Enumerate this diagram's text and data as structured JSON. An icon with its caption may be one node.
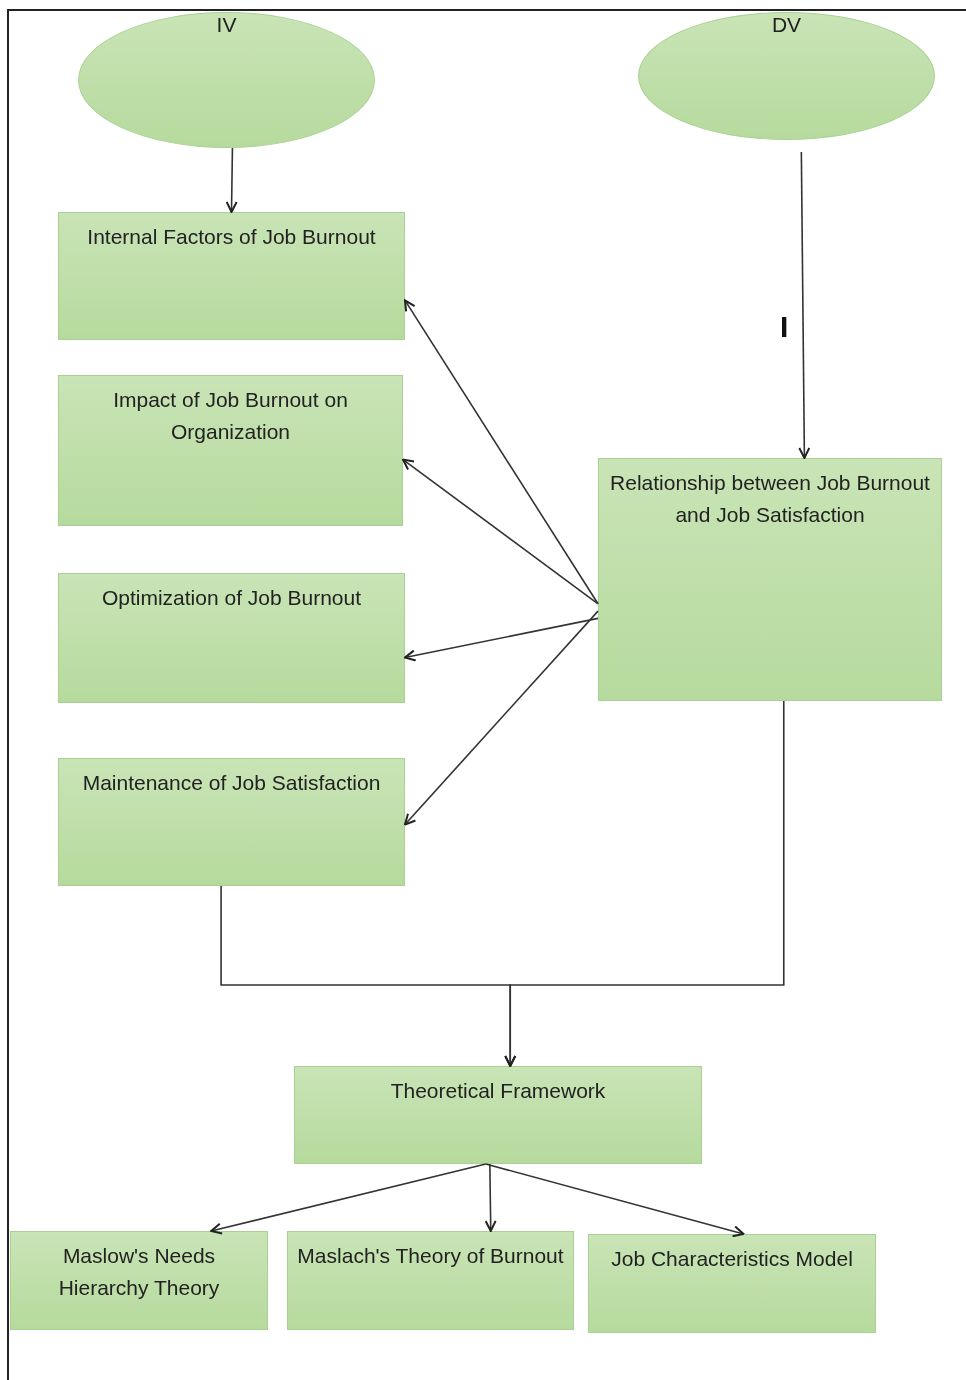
{
  "diagram": {
    "nodes": [
      {
        "text": [
          "IV"
        ]
      },
      {
        "text": [
          "DV"
        ]
      },
      {
        "text": [
          "Internal Factors of Job Burnout"
        ]
      },
      {
        "text": [
          "Impact of Job Burnout on Organization"
        ]
      },
      {
        "text": [
          "Optimization of Job Burnout"
        ]
      },
      {
        "text": [
          "Maintenance of Job Satisfaction"
        ]
      },
      {
        "text": [
          "Relationship between Job Burnout and Job Satisfaction"
        ]
      },
      {
        "text": [
          "Theoretical Framework"
        ]
      },
      {
        "text": [
          "Maslow's Needs Hierarchy Theory"
        ]
      },
      {
        "text": [
          "Maslach's Theory of Burnout"
        ]
      },
      {
        "text": [
          "Job Characteristics Model"
        ]
      }
    ],
    "edges": [
      {
        "from": 0,
        "to": 2,
        "arrow": "to"
      },
      {
        "from": 1,
        "to": 6,
        "arrow": "to",
        "label": "I"
      },
      {
        "from": 6,
        "to": 2,
        "arrow": "to"
      },
      {
        "from": 6,
        "to": 3,
        "arrow": "to"
      },
      {
        "from": 6,
        "to": 4,
        "arrow": "to"
      },
      {
        "from": 6,
        "to": 5,
        "arrow": "to"
      },
      {
        "from": 5,
        "to": 7,
        "arrow": "to"
      },
      {
        "from": 6,
        "to": 7,
        "arrow": "to"
      },
      {
        "from": 7,
        "to": 8,
        "arrow": "to"
      },
      {
        "from": 7,
        "to": 9,
        "arrow": "to"
      },
      {
        "from": 7,
        "to": 10,
        "arrow": "to"
      }
    ]
  }
}
